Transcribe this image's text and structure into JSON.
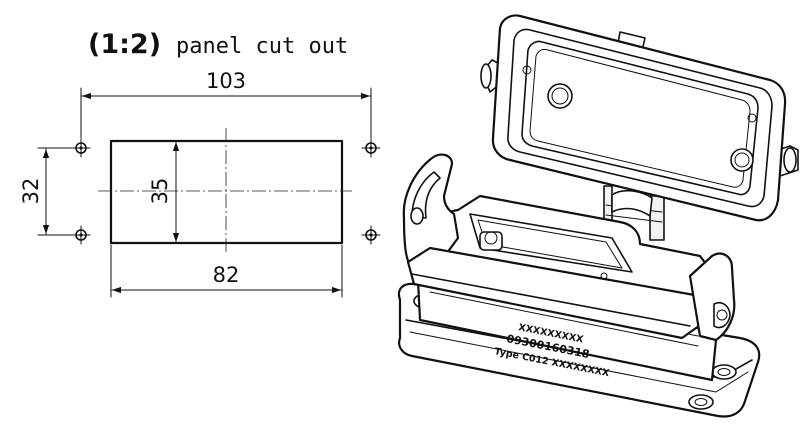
{
  "drawing": {
    "scale": "(1:2)",
    "caption": "panel cut out",
    "dimensions": {
      "hole_spacing_width": "103",
      "hole_spacing_height": "32",
      "cutout_width": "82",
      "cutout_height": "35"
    },
    "housing_label": {
      "line1": "XXXXXXXXX",
      "line2": "09300160318",
      "line3": "Type C012 XXXXXXXX"
    }
  }
}
